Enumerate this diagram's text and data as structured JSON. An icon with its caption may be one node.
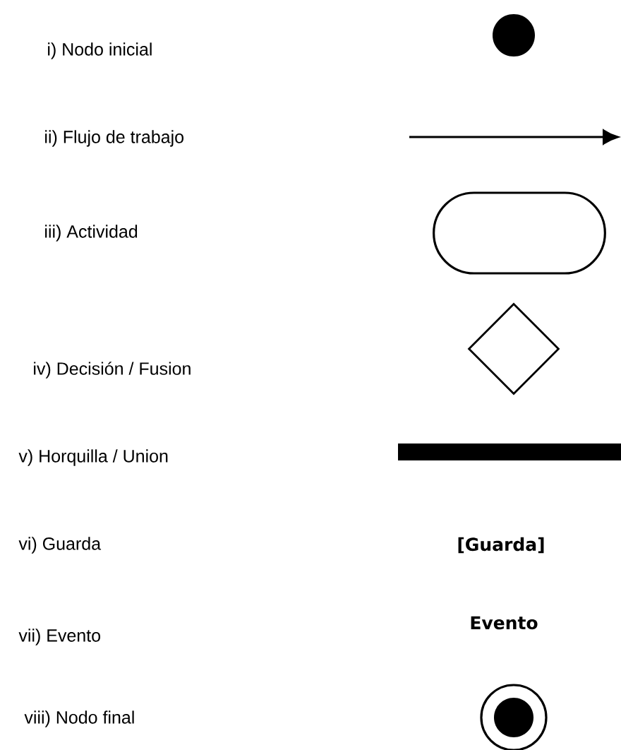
{
  "diagram": {
    "nodes": [
      {
        "text": [],
        "shape": "circle"
      },
      {
        "text": [],
        "shape": "box"
      },
      {
        "text": [],
        "shape": "diamond"
      },
      {
        "text": [],
        "shape": "bar"
      },
      {
        "text": [],
        "shape": "bullseye"
      }
    ],
    "labels": [
      "i) Nodo inicial",
      "ii) Flujo de trabajo",
      "iii) Actividad",
      "iv) Decisión / Fusion",
      "v) Horquilla / Union",
      "vi) Guarda",
      "[Guarda]",
      "vii) Evento",
      "Evento",
      "viii) Nodo final"
    ]
  }
}
